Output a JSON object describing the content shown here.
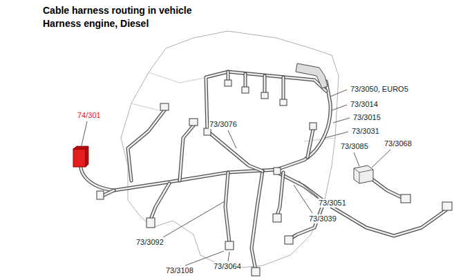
{
  "diagram": {
    "title": "Cable harness routing in vehicle Harness engine, Diesel",
    "labels": [
      "74/301",
      "73/3076",
      "73/3050, EURO5",
      "73/3014",
      "73/3015",
      "73/3031",
      "73/3085",
      "73/3068",
      "73/3051",
      "73/3039",
      "73/3092",
      "73/3108",
      "73/3064"
    ]
  }
}
